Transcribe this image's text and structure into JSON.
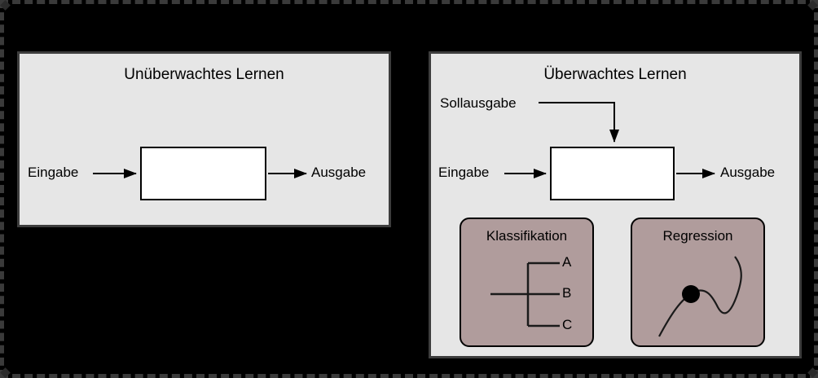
{
  "figure": {
    "background_color": "#000000",
    "selection_border_color": "#3a3a3a"
  },
  "panels": {
    "unsupervised": {
      "title": "Unüberwachtes Lernen",
      "background_color": "#e6e6e6",
      "border_color": "#3d3d3d",
      "input_label": "Eingabe",
      "output_label": "Ausgabe",
      "model_box_fill": "#ffffff"
    },
    "supervised": {
      "title": "Überwachtes Lernen",
      "background_color": "#e6e6e6",
      "border_color": "#3d3d3d",
      "target_label": "Sollausgabe",
      "input_label": "Eingabe",
      "output_label": "Ausgabe",
      "model_box_fill": "#ffffff",
      "subpanels": [
        {
          "title": "Klassifikation",
          "fill_color": "#b09c9c",
          "class_labels": [
            "A",
            "B",
            "C"
          ]
        },
        {
          "title": "Regression",
          "fill_color": "#b09c9c",
          "class_labels": []
        }
      ]
    }
  }
}
